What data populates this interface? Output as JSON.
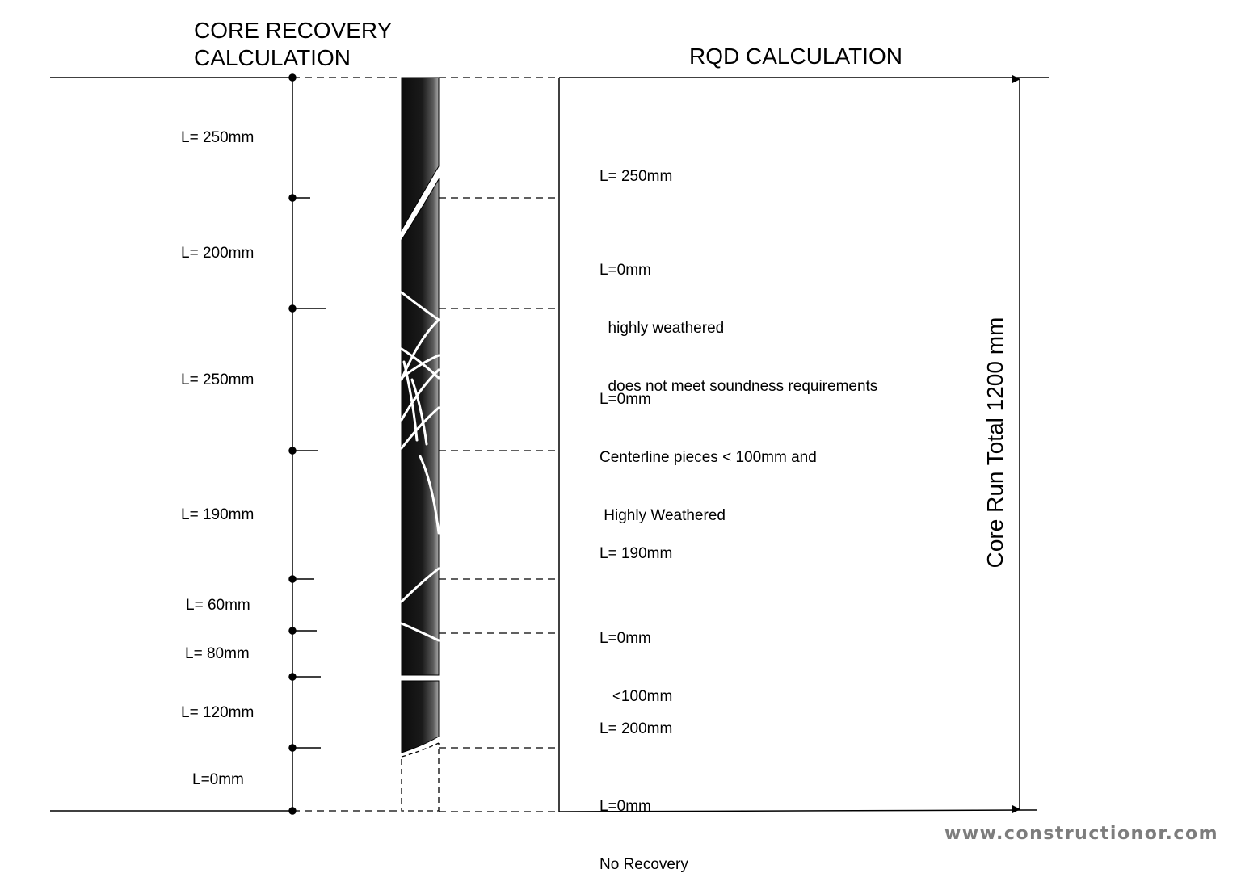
{
  "titles": {
    "core_recovery_line1": "CORE RECOVERY",
    "core_recovery_line2": "CALCULATION",
    "rqd": "RQD CALCULATION"
  },
  "core_recovery_labels": [
    "L= 250mm",
    "L= 200mm",
    "L= 250mm",
    "L= 190mm",
    "L= 60mm",
    "L= 80mm",
    "L= 120mm",
    "L=0mm"
  ],
  "rqd_entries": [
    {
      "lines": [
        "L= 250mm"
      ]
    },
    {
      "lines": [
        "L=0mm",
        "  highly weathered",
        "  does not meet soundness requirements"
      ]
    },
    {
      "lines": [
        "L=0mm",
        "Centerline pieces < 100mm and",
        " Highly Weathered"
      ]
    },
    {
      "lines": [
        "L= 190mm"
      ]
    },
    {
      "lines": [
        "L=0mm",
        "   <100mm"
      ]
    },
    {
      "lines": [
        "L= 200mm"
      ]
    },
    {
      "lines": [
        "L=0mm",
        "No Recovery"
      ]
    }
  ],
  "core_run_total": "Core Run Total 1200 mm",
  "watermark": "www.constructionor.com",
  "colors": {
    "line": "#000000",
    "core_dark": "#111111",
    "core_light": "#9a9a9a",
    "watermark": "#7d7d7d"
  }
}
